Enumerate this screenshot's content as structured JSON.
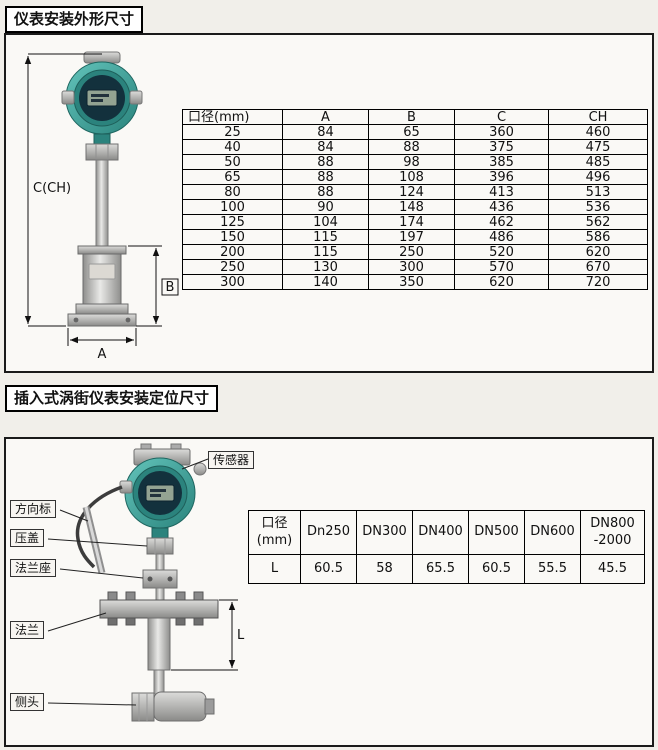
{
  "page": {
    "background": "#f1efea"
  },
  "colors": {
    "transmitter_teal": "#3aa79f",
    "lcd_green": "#93a392",
    "panel_background": "#faf9f6"
  },
  "section1": {
    "title": "仪表安装外形尺寸",
    "dims": {
      "c": "C(CH)",
      "b": "B",
      "a": "A"
    },
    "table": {
      "headers": [
        "口径(mm)",
        "A",
        "B",
        "C",
        "CH"
      ],
      "rows": [
        [
          "25",
          "84",
          "65",
          "360",
          "460"
        ],
        [
          "40",
          "84",
          "88",
          "375",
          "475"
        ],
        [
          "50",
          "88",
          "98",
          "385",
          "485"
        ],
        [
          "65",
          "88",
          "108",
          "396",
          "496"
        ],
        [
          "80",
          "88",
          "124",
          "413",
          "513"
        ],
        [
          "100",
          "90",
          "148",
          "436",
          "536"
        ],
        [
          "125",
          "104",
          "174",
          "462",
          "562"
        ],
        [
          "150",
          "115",
          "197",
          "486",
          "586"
        ],
        [
          "200",
          "115",
          "250",
          "520",
          "620"
        ],
        [
          "250",
          "130",
          "300",
          "570",
          "670"
        ],
        [
          "300",
          "140",
          "350",
          "620",
          "720"
        ]
      ]
    }
  },
  "section2": {
    "title": "插入式涡街仪表安装定位尺寸",
    "callouts": {
      "sensor": "传感器",
      "direction_marker": "方向标",
      "gland": "压盖",
      "flange_seat": "法兰座",
      "flange": "法兰",
      "probe": "侧头"
    },
    "dims": {
      "l": "L"
    },
    "table": {
      "corner_header": "口径\n(mm)",
      "columns": [
        "Dn250",
        "DN300",
        "DN400",
        "DN500",
        "DN600",
        "DN800\n-2000"
      ],
      "row_label": "L",
      "values": [
        "60.5",
        "58",
        "65.5",
        "60.5",
        "55.5",
        "45.5"
      ]
    }
  }
}
